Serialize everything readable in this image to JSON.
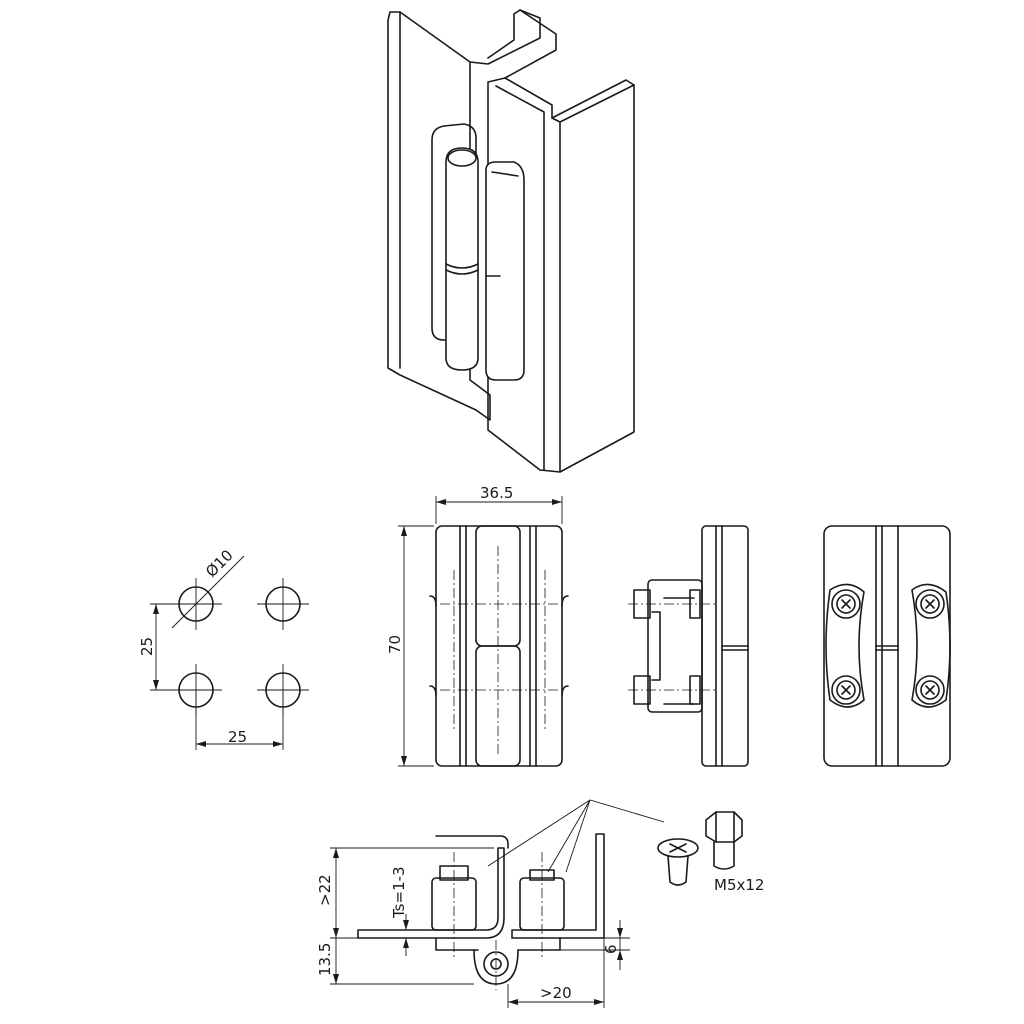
{
  "dimensions": {
    "hole_diameter": "Ø10",
    "hole_spacing_vertical": "25",
    "hole_spacing_horizontal": "25",
    "width": "36.5",
    "height": "70",
    "min_height_22": ">22",
    "thickness": "Ts=1-3",
    "offset_13_5": "13.5",
    "offset_6": "6",
    "min_width_20": ">20"
  },
  "screw_label": "M5x12"
}
